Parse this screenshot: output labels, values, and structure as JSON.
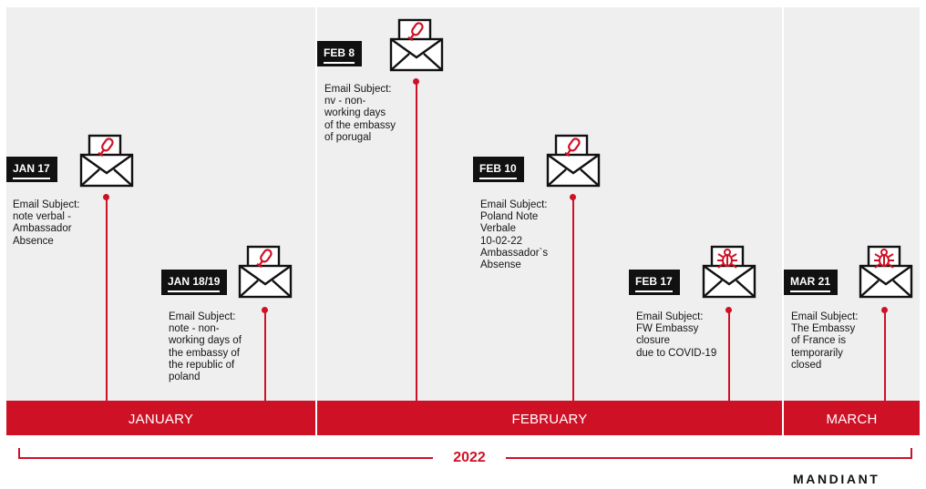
{
  "months": [
    "JANUARY",
    "FEBRUARY",
    "MARCH"
  ],
  "year": "2022",
  "brand": "MANDIANT",
  "colors": {
    "accent": "#cf1126",
    "panel": "#efefef",
    "tag": "#111111"
  },
  "events": [
    {
      "date": "JAN 17",
      "icon": "envelope-microphone-icon",
      "subject": "Email Subject:\nnote verbal -\nAmbassador\nAbsence"
    },
    {
      "date": "JAN 18/19",
      "icon": "envelope-microphone-icon",
      "subject": "Email Subject:\nnote - non-\nworking days of\nthe embassy of\nthe republic of\npoland"
    },
    {
      "date": "FEB 8",
      "icon": "envelope-microphone-icon",
      "subject": "Email Subject:\nnv - non-\nworking days\nof the embassy\nof porugal"
    },
    {
      "date": "FEB 10",
      "icon": "envelope-microphone-icon",
      "subject": "Email Subject:\nPoland Note\nVerbale\n 10-02-22\nAmbassador`s\nAbsense"
    },
    {
      "date": "FEB 17",
      "icon": "envelope-bug-icon",
      "subject": "Email Subject:\nFW Embassy\nclosure\ndue to COVID-19"
    },
    {
      "date": "MAR 21",
      "icon": "envelope-bug-icon",
      "subject": "Email Subject:\nThe Embassy\nof France is\ntemporarily\nclosed"
    }
  ]
}
